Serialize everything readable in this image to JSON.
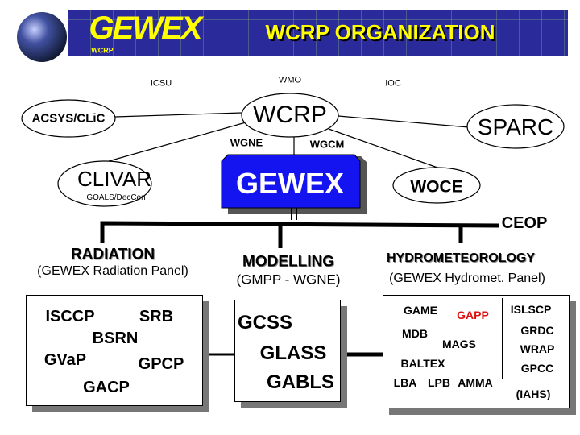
{
  "banner": {
    "logo_text": "GEWEX",
    "logo_subtext": "WCRP",
    "title": "WCRP ORGANIZATION",
    "colors": {
      "band": "#2a2a9a",
      "title": "#ffff00"
    }
  },
  "sponsors": {
    "icsu": "ICSU",
    "wmo": "WMO",
    "ioc": "IOC"
  },
  "nodes": {
    "wcrp": "WCRP",
    "acsys": "ACSYS/CLiC",
    "sparc": "SPARC",
    "clivar": "CLIVAR",
    "clivar_sub": "GOALS/DecCen",
    "woce": "WOCE",
    "wgne": "WGNE",
    "wgcm": "WGCM",
    "gewex": "GEWEX",
    "ceop": "CEOP"
  },
  "branches": {
    "radiation": {
      "title": "RADIATION",
      "subtitle": "(GEWEX Radiation Panel)",
      "items": [
        "ISCCP",
        "SRB",
        "BSRN",
        "GVaP",
        "GPCP",
        "GACP"
      ]
    },
    "modelling": {
      "title": "MODELLING",
      "subtitle": "(GMPP - WGNE)",
      "items": [
        "GCSS",
        "GLASS",
        "GABLS"
      ]
    },
    "hydro": {
      "title": "HYDROMETEOROLOGY",
      "subtitle": "(GEWEX Hydromet. Panel)",
      "items": [
        "GAME",
        "GAPP",
        "MDB",
        "MAGS",
        "BALTEX",
        "LBA",
        "LPB",
        "AMMA"
      ],
      "side_items": [
        "ISLSCP",
        "GRDC",
        "WRAP",
        "GPCC",
        "(IAHS)"
      ]
    }
  },
  "colors": {
    "gewex_box": "#1414f0",
    "gapp": "#e01010"
  }
}
